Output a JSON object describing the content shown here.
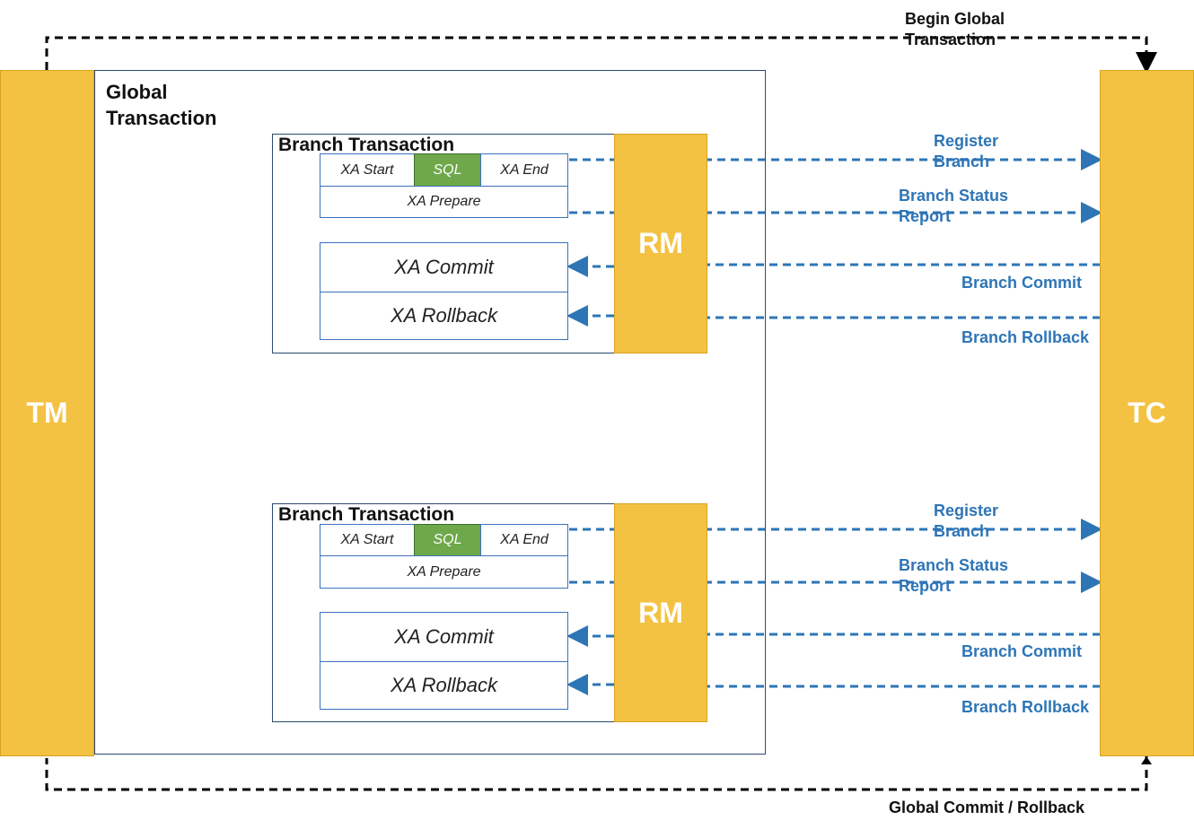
{
  "actors": {
    "tm": "TM",
    "tc": "TC",
    "rm": "RM"
  },
  "global": {
    "title": "Global Transaction"
  },
  "flows": {
    "begin_global": "Begin Global Transaction",
    "global_commit_rollback": "Global Commit / Rollback"
  },
  "branches": [
    {
      "title": "Branch Transaction",
      "xa_start": "XA Start",
      "sql": "SQL",
      "xa_end": "XA End",
      "xa_prepare": "XA Prepare",
      "xa_commit": "XA Commit",
      "xa_rollback": "XA Rollback",
      "register_branch": "Register Branch",
      "branch_status_report": "Branch Status Report",
      "branch_commit": "Branch Commit",
      "branch_rollback": "Branch Rollback"
    },
    {
      "title": "Branch Transaction",
      "xa_start": "XA Start",
      "sql": "SQL",
      "xa_end": "XA End",
      "xa_prepare": "XA Prepare",
      "xa_commit": "XA Commit",
      "xa_rollback": "XA Rollback",
      "register_branch": "Register Branch",
      "branch_status_report": "Branch Status Report",
      "branch_commit": "Branch Commit",
      "branch_rollback": "Branch Rollback"
    }
  ],
  "colors": {
    "actor": "#f4c242",
    "sql": "#6ea84b",
    "arrow": "#2e75b6",
    "frame": "#2b4a6f"
  }
}
